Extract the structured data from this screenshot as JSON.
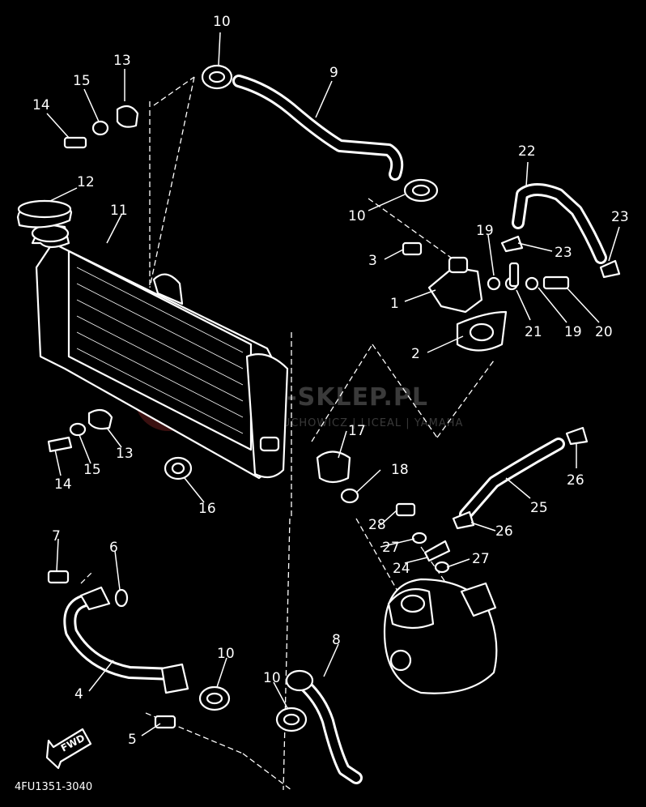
{
  "diagram": {
    "code": "4FU1351-3040",
    "fwd_label": "FWD",
    "watermark": {
      "main": "YAMA-SKLEP.PL",
      "sub": "WORLD SUCHOWICZ | LICEAL | YAMAHA"
    },
    "callouts": [
      "10",
      "9",
      "13",
      "15",
      "14",
      "12",
      "11",
      "10",
      "22",
      "23",
      "3",
      "19",
      "23",
      "1",
      "21",
      "19",
      "20",
      "2",
      "17",
      "18",
      "13",
      "15",
      "14",
      "16",
      "26",
      "25",
      "28",
      "26",
      "27",
      "24",
      "27",
      "7",
      "6",
      "10",
      "8",
      "10",
      "4",
      "5"
    ]
  }
}
